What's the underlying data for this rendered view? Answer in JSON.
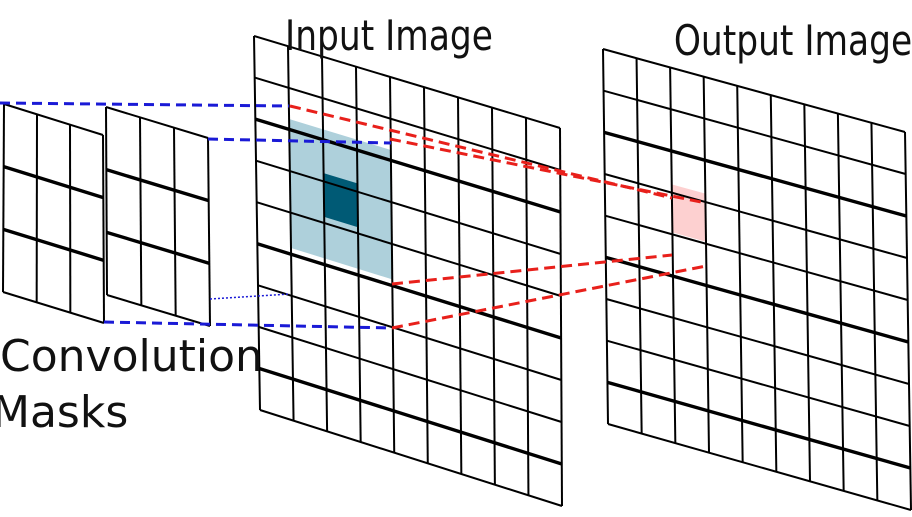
{
  "diagram": {
    "input_title": "Input Image",
    "output_title": "Output Image",
    "mask_label_line1": "Convolution",
    "mask_label_line2": "Masks"
  },
  "colors": {
    "receptive_field": "#aed0db",
    "center_cell": "#005a75",
    "output_cell": "#fdd0d0",
    "mask_connector": "#1a1ad6",
    "output_connector": "#e8201b"
  },
  "grids": {
    "input_size": [
      9,
      9
    ],
    "output_size": [
      9,
      9
    ],
    "mask_size": [
      3,
      3
    ],
    "mask_count": 2
  }
}
